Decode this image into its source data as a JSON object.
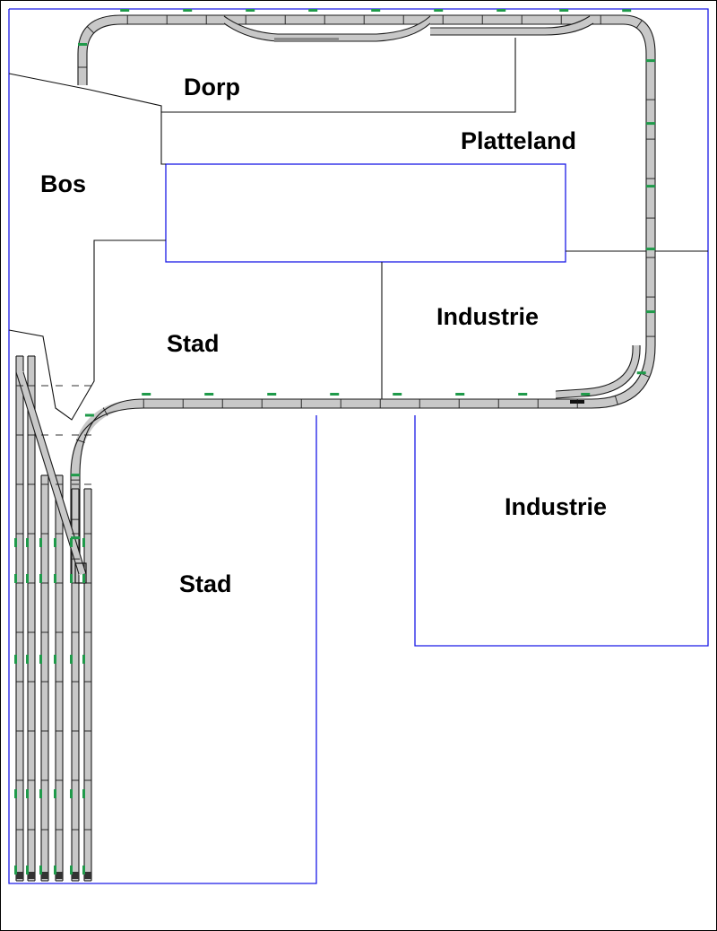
{
  "zones": {
    "dorp": "Dorp",
    "platteland": "Platteland",
    "bos": "Bos",
    "stad_upper": "Stad",
    "industrie_upper": "Industrie",
    "industrie_lower": "Industrie",
    "stad_lower": "Stad"
  },
  "colors": {
    "frame": "#000000",
    "board_outline": "#1a1ae6",
    "module_outline": "#111111",
    "track": "#c8c8c8",
    "rail": "#1a1a1a",
    "markers": "#1f9a4a",
    "background": "#ffffff"
  },
  "icons": {
    "track": "model-railway-track",
    "marker": "track-segment-marker"
  }
}
